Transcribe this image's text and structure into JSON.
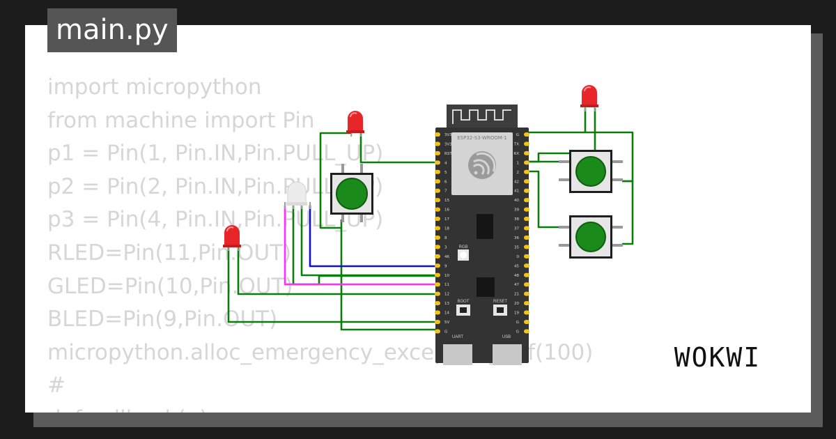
{
  "file_tab": {
    "label": "main.py"
  },
  "code_lines": [
    "import micropython",
    "from machine import Pin",
    "p1 = Pin(1, Pin.IN,Pin.PULL_UP)",
    "p2 = Pin(2, Pin.IN,Pin.PULL_UP)",
    "p3 = Pin(4, Pin.IN,Pin.PULL_UP)",
    "RLED=Pin(11,Pin.OUT)",
    "GLED=Pin(10,Pin.OUT)",
    "BLED=Pin(9,Pin.OUT)",
    "micropython.alloc_emergency_exception_buf(100)",
    "#",
    "def callback(p):"
  ],
  "board": {
    "module_label": "ESP32-S3-WROOM-1",
    "rgb_label": "RGB",
    "boot_label": "BOOT",
    "reset_label": "RESET",
    "uart_label": "UART",
    "usb_label": "USB",
    "left_pins": [
      "3V3",
      "3V3",
      "RST",
      "4",
      "5",
      "6",
      "7",
      "15",
      "16",
      "17",
      "18",
      "8",
      "3",
      "46",
      "9",
      "10",
      "11",
      "12",
      "13",
      "14",
      "5V",
      "G"
    ],
    "right_pins": [
      "G",
      "TX",
      "RX",
      "1",
      "2",
      "42",
      "41",
      "40",
      "39",
      "38",
      "37",
      "36",
      "35",
      "0",
      "45",
      "48",
      "47",
      "21",
      "20",
      "19",
      "G",
      "G"
    ]
  },
  "logo": {
    "text": "WOKWI"
  },
  "colors": {
    "background": "#1c1c1c",
    "card": "#ffffff",
    "tab": "#555555",
    "code_text": "#d6d6d6",
    "board": "#333333",
    "pin": "#f2c31c",
    "wire_green": "#0a7d0a",
    "wire_blue": "#1010c8",
    "wire_magenta": "#ff2bff",
    "button_cap": "#1a8a1a",
    "led_red": "#e8262a"
  }
}
